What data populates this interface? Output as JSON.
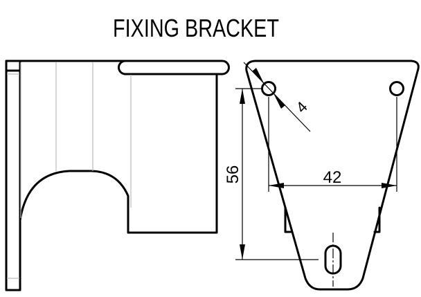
{
  "title": "FIXING BRACKET",
  "dimensions": {
    "height": "56",
    "hole_spacing": "42",
    "hole_diameter": "4"
  }
}
